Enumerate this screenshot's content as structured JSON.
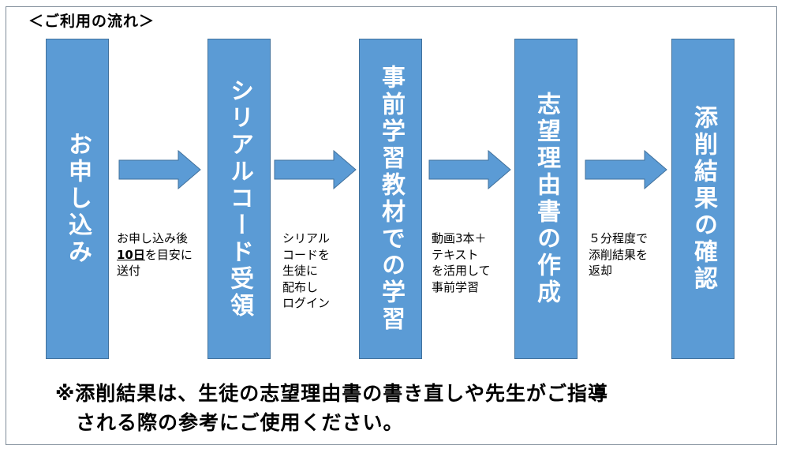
{
  "title": "＜ご利用の流れ＞",
  "colors": {
    "step_fill": "#5b9bd5",
    "step_border": "#41719c",
    "text": "#000000",
    "step_text": "#ffffff"
  },
  "steps": [
    {
      "label": "お申し込み"
    },
    {
      "label": "シリアルコード受領"
    },
    {
      "label": "事前学習教材での学習"
    },
    {
      "label": "志望理由書の作成"
    },
    {
      "label": "添削結果の確認"
    }
  ],
  "transitions": [
    {
      "pre": "お申し込み後\n",
      "highlight": "10日",
      "post": "を目安に\n送付"
    },
    {
      "text": "シリアル\nコードを\n生徒に\n配布し\nログイン"
    },
    {
      "text": "動画3本＋\nテキスト\nを活用して\n事前学習"
    },
    {
      "text": "５分程度で\n添削結果を\n返却"
    }
  ],
  "footer": "※添削結果は、生徒の志望理由書の書き直しや先生がご指導\n　される際の参考にご使用ください。"
}
